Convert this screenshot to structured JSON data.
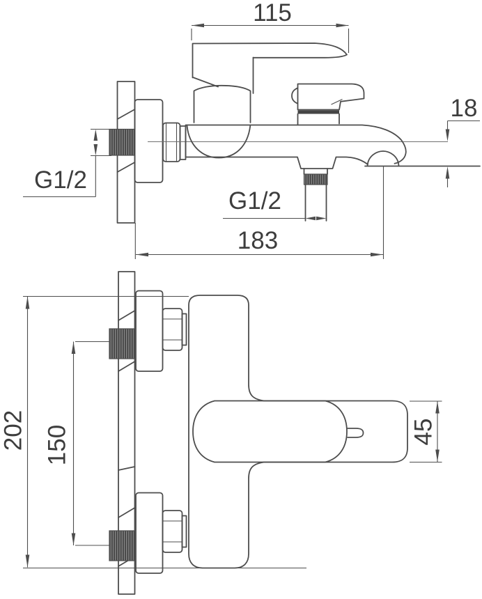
{
  "drawing": {
    "type": "technical-dimension-drawing",
    "subject": "wall-mounted bath mixer faucet",
    "views": [
      {
        "id": "side-view",
        "label": "side view"
      },
      {
        "id": "front-view",
        "label": "front view"
      }
    ],
    "dimensions": {
      "handle_length": "115",
      "spout_drop": "18",
      "wall_thread": "G1/2",
      "outlet_thread": "G1/2",
      "total_depth": "183",
      "overall_height": "202",
      "connection_spacing": "150",
      "body_width": "45"
    },
    "colors": {
      "line": "#4d4d4d",
      "text": "#3d3d3d",
      "thread_fill": "#454545",
      "background": "#ffffff"
    }
  }
}
